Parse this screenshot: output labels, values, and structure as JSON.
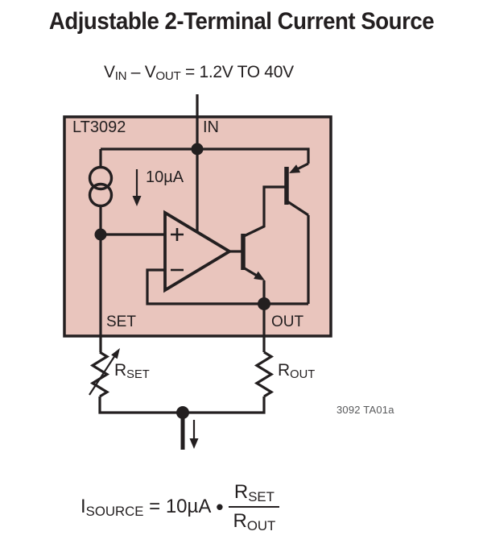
{
  "colors": {
    "background": "#ffffff",
    "chip_fill": "#e9c5bd",
    "line": "#231f20",
    "note_text": "#58595b"
  },
  "title": "Adjustable 2-Terminal Current Source",
  "condition": {
    "v1": "V",
    "sub1": "IN",
    "dash": " – ",
    "v2": "V",
    "sub2": "OUT",
    "rest": " = 1.2V TO 40V"
  },
  "chip": {
    "name": "LT3092",
    "pin_in": "IN",
    "pin_set": "SET",
    "pin_out": "OUT",
    "reference_current": "10µA"
  },
  "external": {
    "rset_base": "R",
    "rset_sub": "SET",
    "rout_base": "R",
    "rout_sub": "OUT",
    "note": "3092 TA01a"
  },
  "formula": {
    "lhs_base": "I",
    "lhs_sub": "SOURCE",
    "rhs_prefix": "= 10µA",
    "operator": "•",
    "num_base": "R",
    "num_sub": "SET",
    "den_base": "R",
    "den_sub": "OUT"
  }
}
